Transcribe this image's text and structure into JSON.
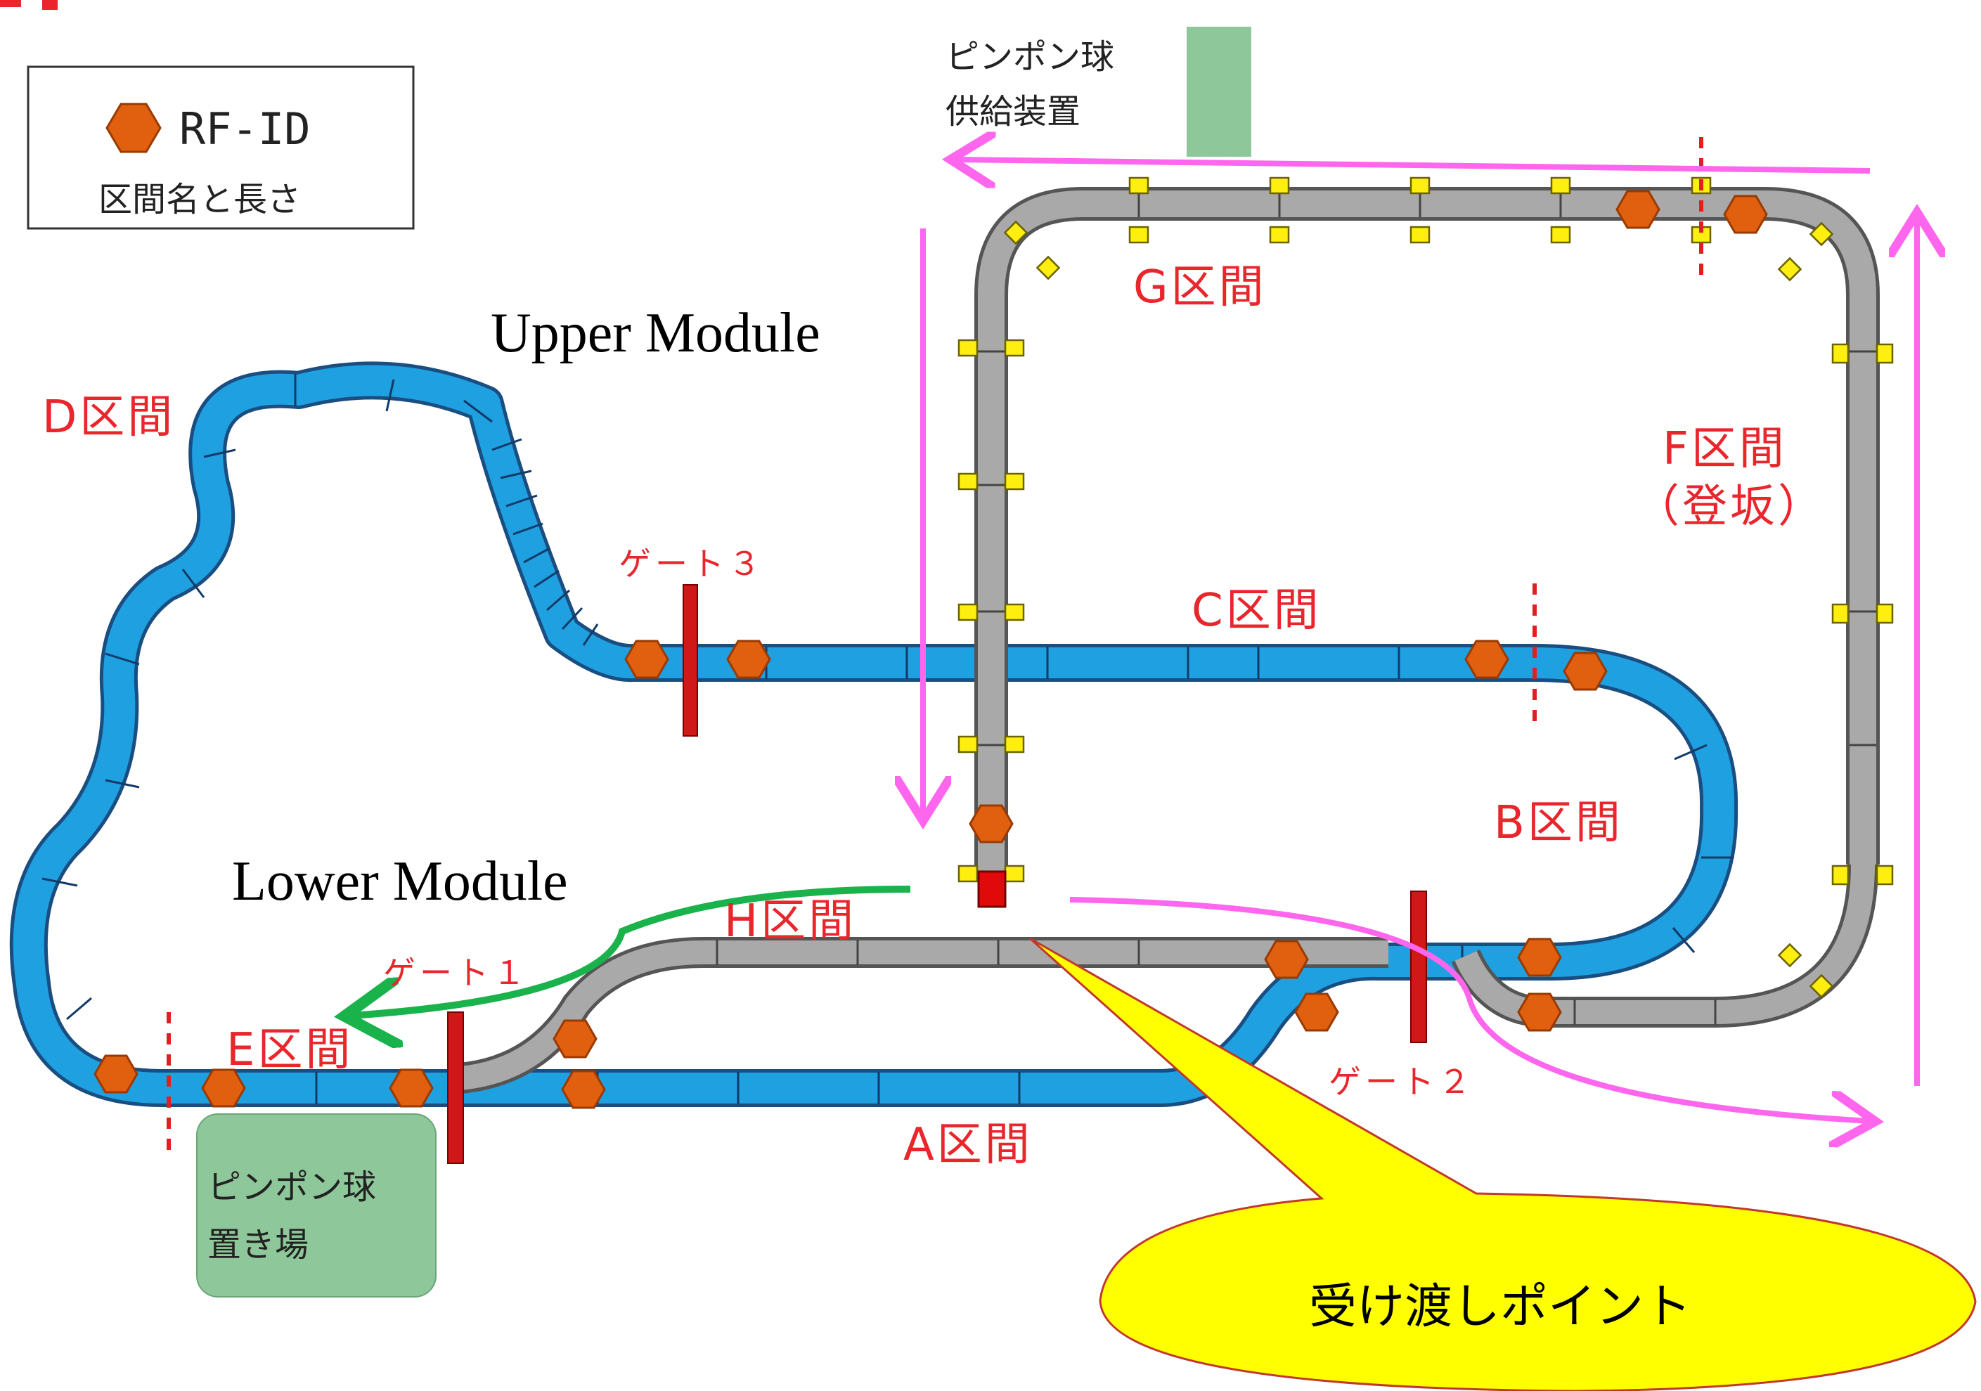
{
  "legend": {
    "rfid_label": "RF-ID",
    "section_label": "区間名と長さ"
  },
  "supply_device": {
    "line1": "ピンポン球",
    "line2": "供給装置"
  },
  "storage_area": {
    "line1": "ピンポン球",
    "line2": "置き場"
  },
  "modules": {
    "upper": "Upper Module",
    "lower": "Lower Module"
  },
  "sections": {
    "a": "A区間",
    "b": "B区間",
    "c": "C区間",
    "d": "D区間",
    "e": "E区間",
    "f_line1": "F区間",
    "f_line2": "（登坂）",
    "g": "G区間",
    "h": "H区間"
  },
  "gates": {
    "gate1": "ゲート１",
    "gate2": "ゲート２",
    "gate3": "ゲート３"
  },
  "callout": "受け渡しポイント",
  "colors": {
    "blue_track": "#1fa0e0",
    "gray_track": "#a9a9a9",
    "rfid": "#e06010",
    "gate": "#d01818",
    "magenta_arrow": "#ff66ee",
    "green_arrow": "#19b24b",
    "callout_fill": "#ffff00",
    "label_red": "#e8262c",
    "box_green": "#8ec89a"
  }
}
